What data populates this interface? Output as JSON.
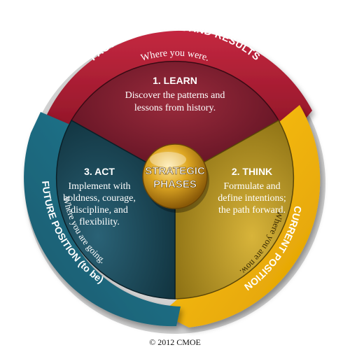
{
  "center": {
    "line1": "STRATEGIC",
    "line2": "PHASES"
  },
  "ring": {
    "top": {
      "title": "PAST EXPERIENCE AND RESULTS",
      "subtitle": "Where you were."
    },
    "right": {
      "title": "CURRENT POSITION",
      "subtitle": "Where you are now."
    },
    "left": {
      "title": "FUTURE POSITION (to be)",
      "subtitle": "Where you are going."
    }
  },
  "segments": [
    {
      "heading": "1. LEARN",
      "lines": [
        "Discover the patterns and",
        "lessons from history."
      ]
    },
    {
      "heading": "2. THINK",
      "lines": [
        "Formulate and",
        "define intentions;",
        "the path forward."
      ]
    },
    {
      "heading": "3. ACT",
      "lines": [
        "Implement with",
        "boldness, courage,",
        "discipline, and",
        "flexibility."
      ]
    }
  ],
  "colors": {
    "learn": "#7a1f2e",
    "think": "#c9a227",
    "act": "#1f4e5e",
    "ring_red": "#b01e34",
    "ring_gold": "#f2b705",
    "ring_teal": "#1f6f86",
    "center": "#d9a21e"
  },
  "copyright": "© 2012 CMOE"
}
